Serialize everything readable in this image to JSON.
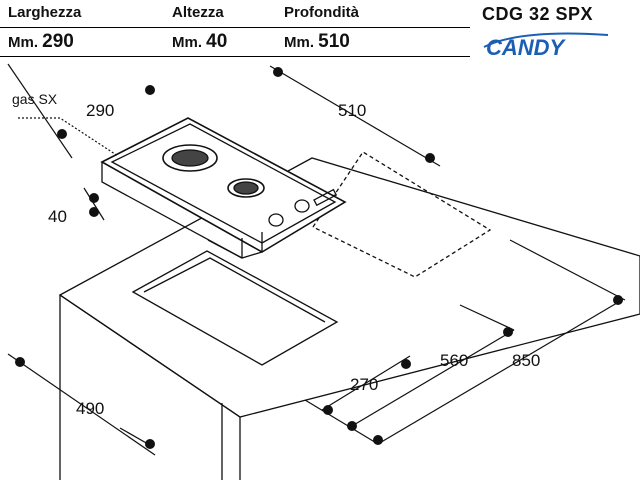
{
  "header": {
    "labels": {
      "width": "Larghezza",
      "height": "Altezza",
      "depth": "Profondità"
    },
    "values": {
      "width_unit": "Mm.",
      "width": "290",
      "height_unit": "Mm.",
      "height": "40",
      "depth_unit": "Mm.",
      "depth": "510"
    },
    "model": "CDG 32 SPX",
    "brand": "CANDY",
    "brand_color": "#1a5fb4"
  },
  "drawing": {
    "gas_label": "gas SX",
    "dim_hob_width": "290",
    "dim_hob_depth": "510",
    "dim_hob_height": "40",
    "dim_cut_depth": "490",
    "dim_cut_front": "270",
    "dim_cut_width": "560",
    "dim_counter": "850"
  }
}
